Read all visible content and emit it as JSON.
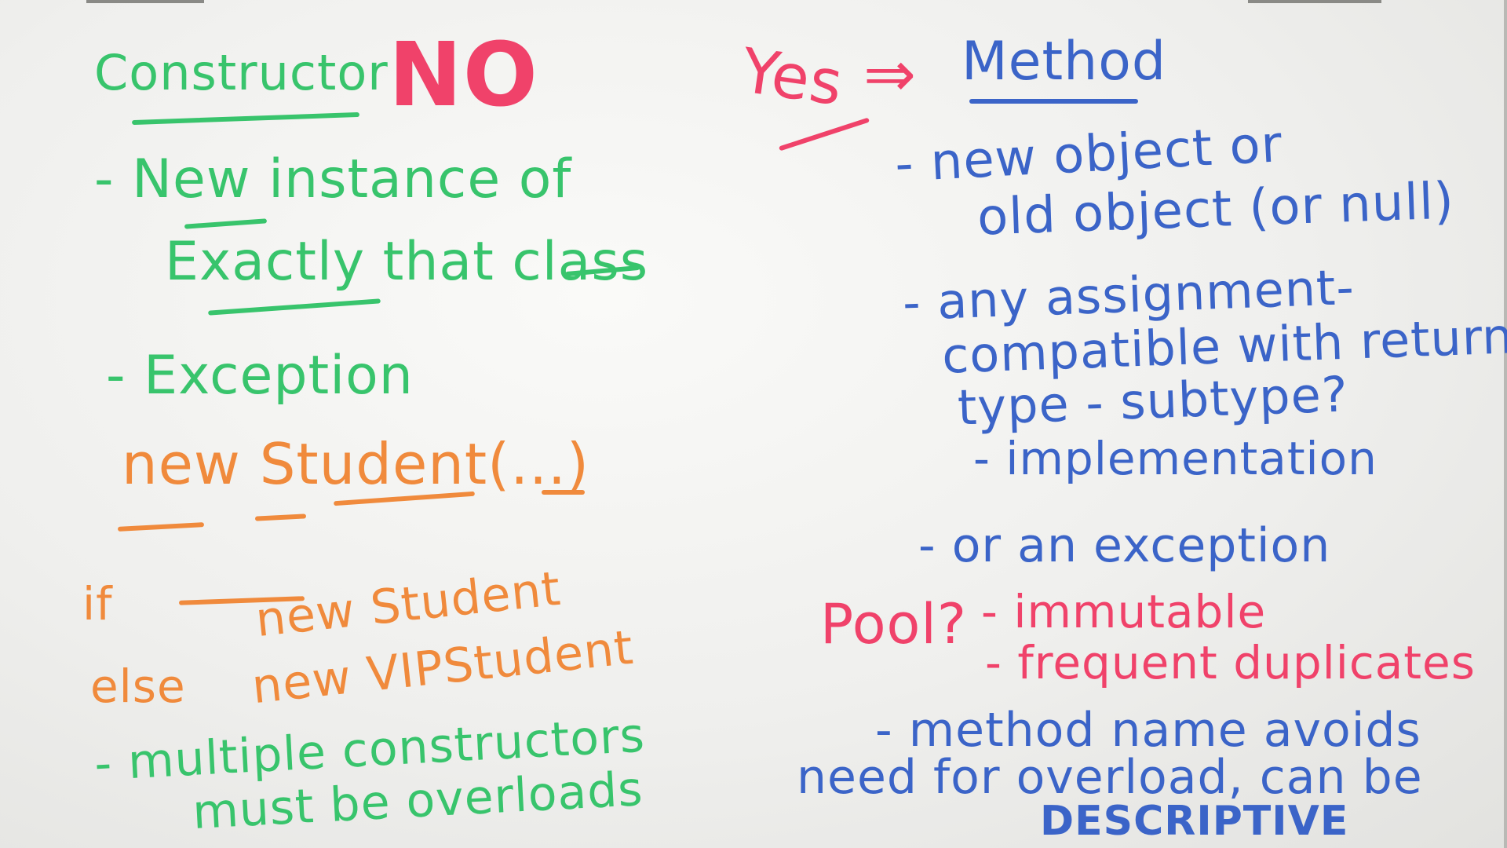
{
  "whiteboard": {
    "left": {
      "heading": "Constructor",
      "verdict": "NO",
      "point1_line1": "- New instance of",
      "point1_line2": "Exactly that class",
      "point2": "- Exception",
      "example": "new Student(...)",
      "if_label": "if",
      "if_branch": "new Student",
      "else_label": "else",
      "else_branch": "new VIPStudent",
      "point3_line1": "- multiple constructors",
      "point3_line2": "must be overloads"
    },
    "right": {
      "verdict": "Yes",
      "arrow": "⇒",
      "heading": "Method",
      "point1_line1": "- new object or",
      "point1_line2": "old object (or null)",
      "point2_line1": "- any assignment-",
      "point2_line2": "compatible with return",
      "point2_line3": "type - subtype?",
      "point2_line4": "- implementation",
      "point3": "- or an exception",
      "pool_label": "Pool?",
      "pool_item1": "- immutable",
      "pool_item2": "- frequent duplicates",
      "point4_line1": "- method name avoids",
      "point4_line2": "need for overload, can be",
      "point4_line3": "DESCRIPTIVE"
    },
    "colors": {
      "green": "#38c46c",
      "orange": "#f08a3c",
      "red": "#f0426a",
      "blue": "#3b64c8"
    }
  }
}
